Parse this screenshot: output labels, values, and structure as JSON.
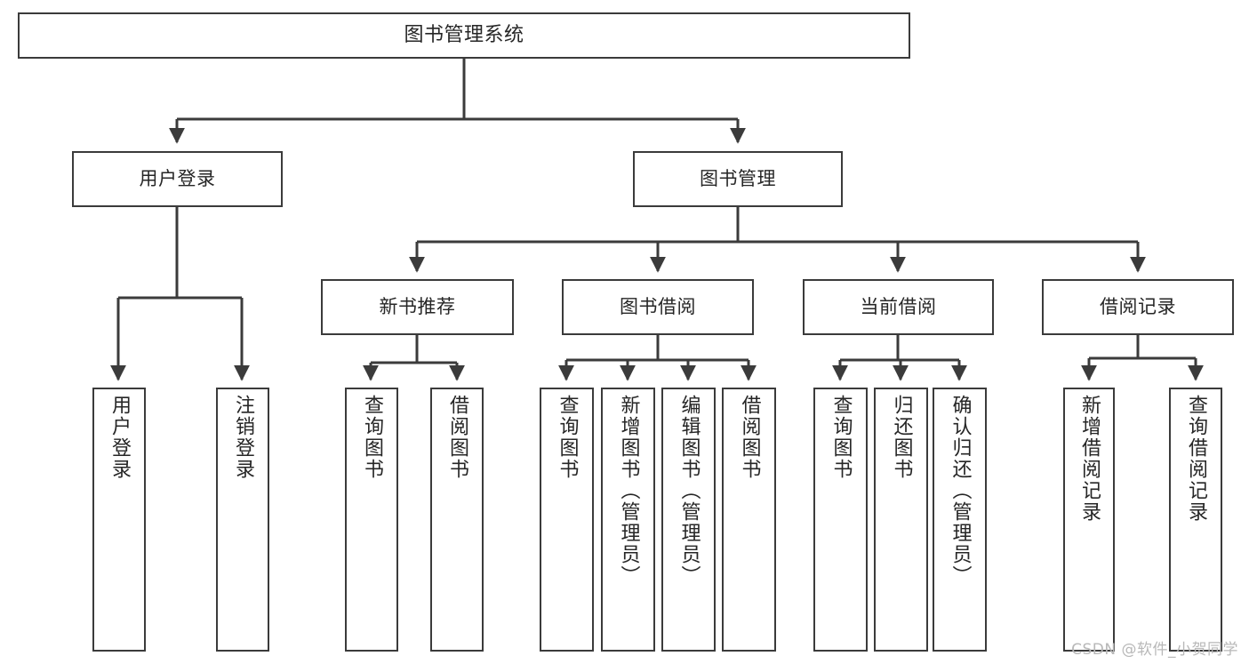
{
  "diagram": {
    "title": "图书管理系统",
    "type": "tree",
    "stroke_color": "#3b3b3b",
    "text_color": "#262626",
    "background": "#ffffff",
    "watermark": "CSDN @软件_小贺同学",
    "watermark_color": "#b8b8b8"
  },
  "nodes": {
    "root": {
      "label": "图书管理系统"
    },
    "level2": [
      {
        "label": "用户登录"
      },
      {
        "label": "图书管理"
      }
    ],
    "level3": [
      {
        "label": "新书推荐"
      },
      {
        "label": "图书借阅"
      },
      {
        "label": "当前借阅"
      },
      {
        "label": "借阅记录"
      }
    ],
    "leaves": {
      "user_login": [
        {
          "label": "用户登录"
        },
        {
          "label": "注销登录"
        }
      ],
      "new_book": [
        {
          "label": "查询图书"
        },
        {
          "label": "借阅图书"
        }
      ],
      "book_borrow": [
        {
          "label": "查询图书"
        },
        {
          "label": "新增图书（管理员）"
        },
        {
          "label": "编辑图书（管理员）"
        },
        {
          "label": "借阅图书"
        }
      ],
      "current_borrow": [
        {
          "label": "查询图书"
        },
        {
          "label": "归还图书"
        },
        {
          "label": "确认归还（管理员）"
        }
      ],
      "borrow_record": [
        {
          "label": "新增借阅记录"
        },
        {
          "label": "查询借阅记录"
        }
      ]
    }
  }
}
